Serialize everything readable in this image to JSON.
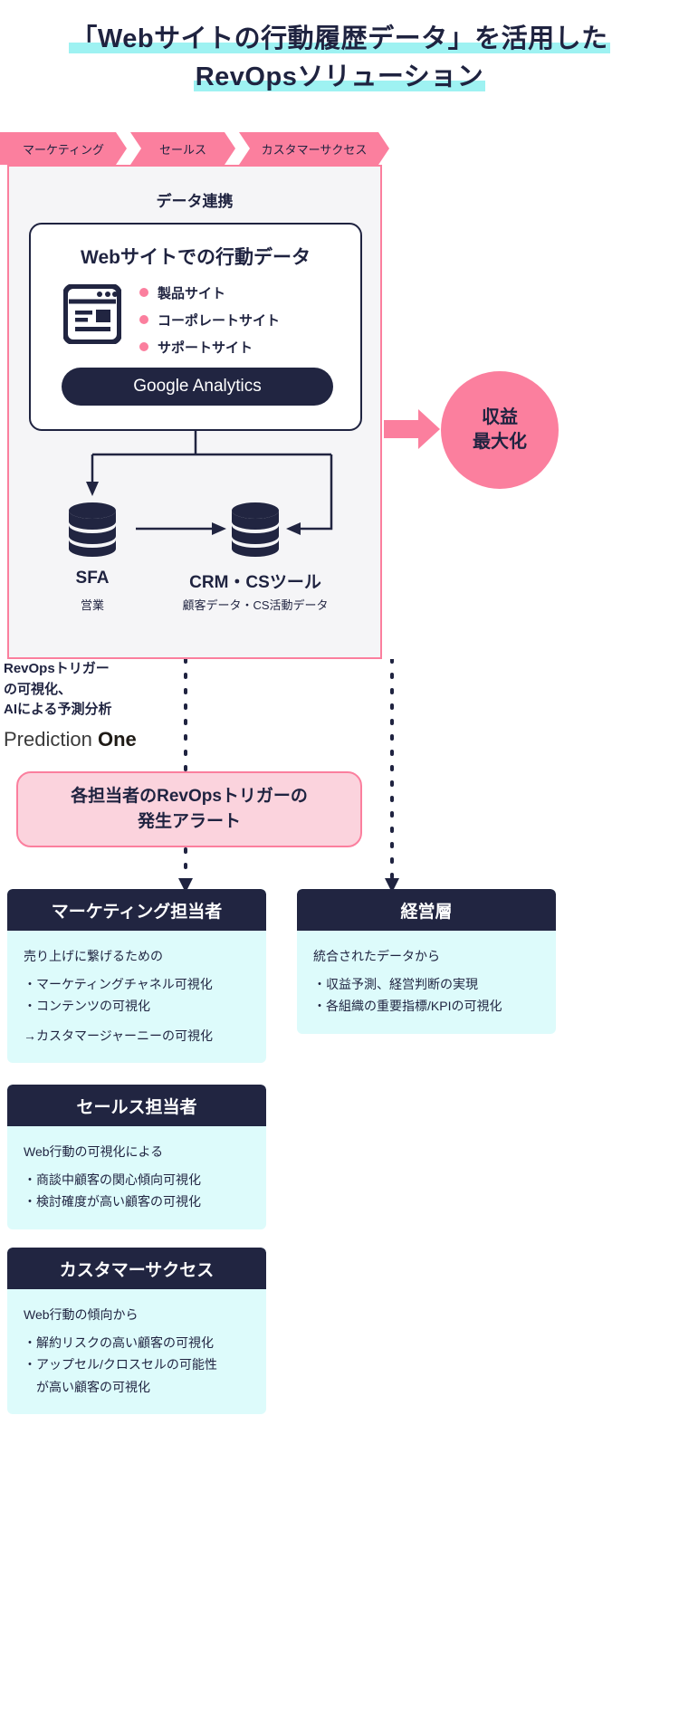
{
  "title": {
    "line1": "「Webサイトの行動履歴データ」を活用した",
    "line2": "RevOpsソリューション"
  },
  "colors": {
    "pink": "#fb7f9e",
    "pink_light": "#fbd3dd",
    "cyan": "#9ef2f2",
    "cyan_light": "#ddfbfb",
    "navy": "#212541",
    "panel_bg": "#f5f5f7"
  },
  "chevrons": [
    {
      "label": "マーケティング"
    },
    {
      "label": "セールス"
    },
    {
      "label": "カスタマーサクセス"
    }
  ],
  "panel": {
    "heading": "データ連携",
    "web_card": {
      "heading": "Webサイトでの行動データ",
      "icon": "browser-window-icon",
      "bullets": [
        "製品サイト",
        "コーポレートサイト",
        "サポートサイト"
      ],
      "tool_pill": "Google Analytics"
    },
    "databases": [
      {
        "id": "sfa",
        "icon": "database-icon",
        "label": "SFA",
        "sub": "営業"
      },
      {
        "id": "crm",
        "icon": "database-icon",
        "label": "CRM・CSツール",
        "sub": "顧客データ・CS活動データ"
      }
    ]
  },
  "revenue": {
    "line1": "収益",
    "line2": "最大化"
  },
  "note": {
    "line1": "RevOpsトリガー",
    "line2": "の可視化、",
    "line3": "AIによる予測分析",
    "product_prefix": "Prediction ",
    "product_bold": "One"
  },
  "alert": {
    "line1": "各担当者のRevOpsトリガーの",
    "line2": "発生アラート"
  },
  "cards": [
    {
      "id": "marketing",
      "title": "マーケティング担当者",
      "lead": "売り上げに繋げるための",
      "items": [
        "・マーケティングチャネル可視化",
        "・コンテンツの可視化"
      ],
      "tail": "→カスタマージャーニーの可視化"
    },
    {
      "id": "management",
      "title": "経営層",
      "lead": "統合されたデータから",
      "items": [
        "・収益予測、経営判断の実現",
        "・各組織の重要指標/KPIの可視化"
      ],
      "tail": ""
    },
    {
      "id": "sales",
      "title": "セールス担当者",
      "lead": "Web行動の可視化による",
      "items": [
        "・商談中顧客の関心傾向可視化",
        "・検討確度が高い顧客の可視化"
      ],
      "tail": ""
    },
    {
      "id": "customer-success",
      "title": "カスタマーサクセス",
      "lead": "Web行動の傾向から",
      "items": [
        "・解約リスクの高い顧客の可視化",
        "・アップセル/クロスセルの可能性",
        "　が高い顧客の可視化"
      ],
      "tail": ""
    }
  ]
}
